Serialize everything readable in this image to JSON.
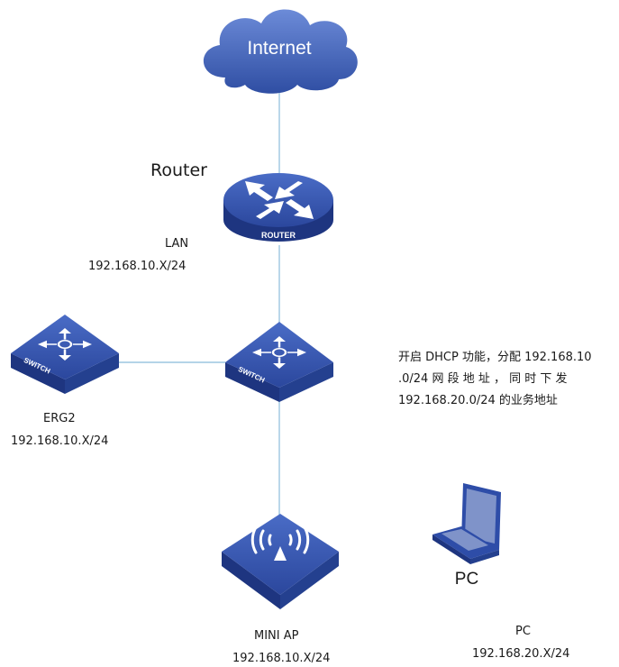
{
  "internet": {
    "label": "Internet"
  },
  "router": {
    "title": "Router",
    "icon_text": "ROUTER",
    "lan_label": "LAN",
    "lan_subnet": "192.168.10.X/24"
  },
  "switch_main": {
    "icon_text": "SWITCH"
  },
  "switch_erg2": {
    "icon_text": "SWITCH",
    "name": "ERG2",
    "subnet": "192.168.10.X/24"
  },
  "mini_ap": {
    "name": "MINI AP",
    "subnet": "192.168.10.X/24"
  },
  "pc": {
    "icon_label": "PC",
    "name": "PC",
    "subnet": "192.168.20.X/24"
  },
  "dhcp_note": {
    "lines": [
      "开启 DHCP 功能，分配 192.168.10",
      ".0/24  网 段 地 址 ， 同 时 下 发",
      "192.168.20.0/24 的业务地址"
    ]
  },
  "colors": {
    "device_blue": "#2e4da8",
    "device_dark": "#1e3580",
    "link": "#9cc6e0"
  }
}
